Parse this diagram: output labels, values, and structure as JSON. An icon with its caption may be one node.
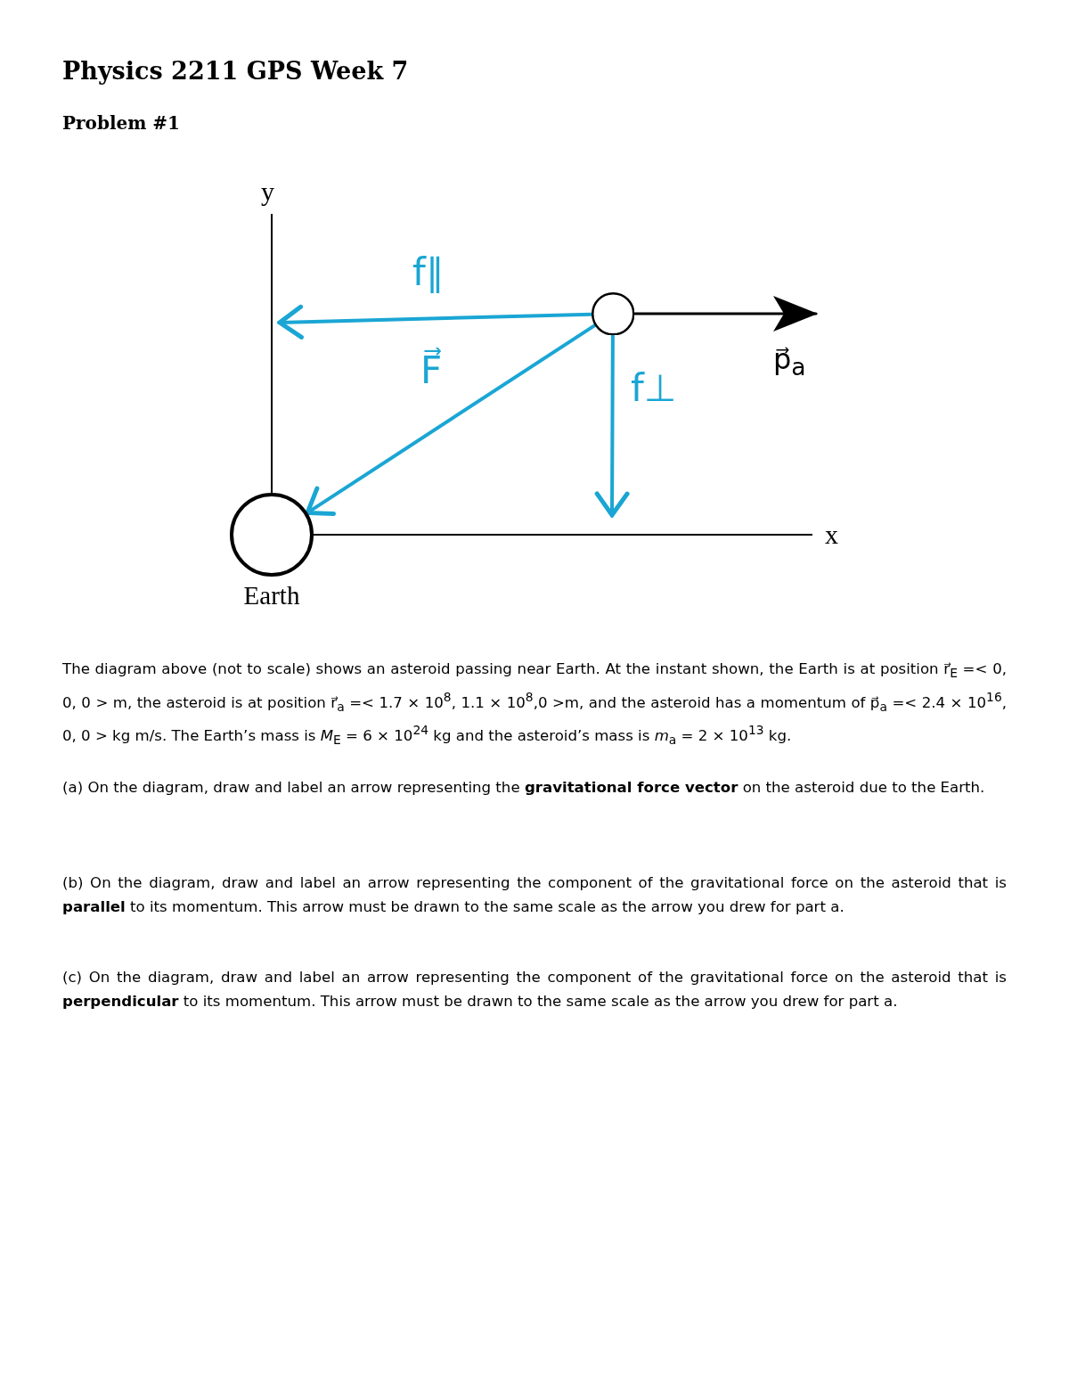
{
  "diagram": {
    "title": "Physics 2211 GPS Week 7",
    "nodes": [
      {
        "text": [
          "Earth"
        ]
      },
      {
        "text": [],
        "shape": "circle"
      }
    ],
    "edges": [
      {
        "from": 1,
        "to": null,
        "arrow": "to",
        "label": "p⃗$_{a}$",
        "color": "#000000"
      },
      {
        "from": 1,
        "to": null,
        "arrow": "to",
        "label": "f∥"
      },
      {
        "from": 1,
        "to": 0,
        "arrow": "to",
        "label": "F⃗"
      },
      {
        "from": 1,
        "to": null,
        "arrow": "to",
        "label": "f⊥"
      }
    ],
    "labels": [
      "Problem #1",
      "y",
      "x",
      "The diagram above (not to scale) shows an asteroid passing near Earth. At the instant shown, the Earth is at position r⃗$_{E}$ =< 0, 0, 0 > m, the asteroid is at position r⃗$_{a}$ =< 1.7 × 10$^{8}$, 1.1 × 10$^{8}$,0 >m, and the asteroid has a momentum of p⃗$_{a}$ =< 2.4 × 10$^{16}$, 0, 0 > kg m/s. The Earth’s mass is *M*$_{E}$ = 6 × 10$^{24}$ kg and the asteroid’s mass is *m*$_{a}$ = 2 × 10$^{13}$ kg.",
      "(a) On the diagram, draw and label an arrow representing the **gravitational force vector** on the asteroid due to the Earth.",
      "(b) On the diagram, draw and label an arrow representing the component of the gravitational force on the asteroid that is **parallel** to its momentum. This arrow must be drawn to the same scale as the arrow you drew for part a.",
      "(c) On the diagram, draw and label an arrow representing the component of the gravitational force on the asteroid that is **perpendicular** to its momentum. This arrow must be drawn to the same scale as the arrow you drew for part a."
    ]
  }
}
